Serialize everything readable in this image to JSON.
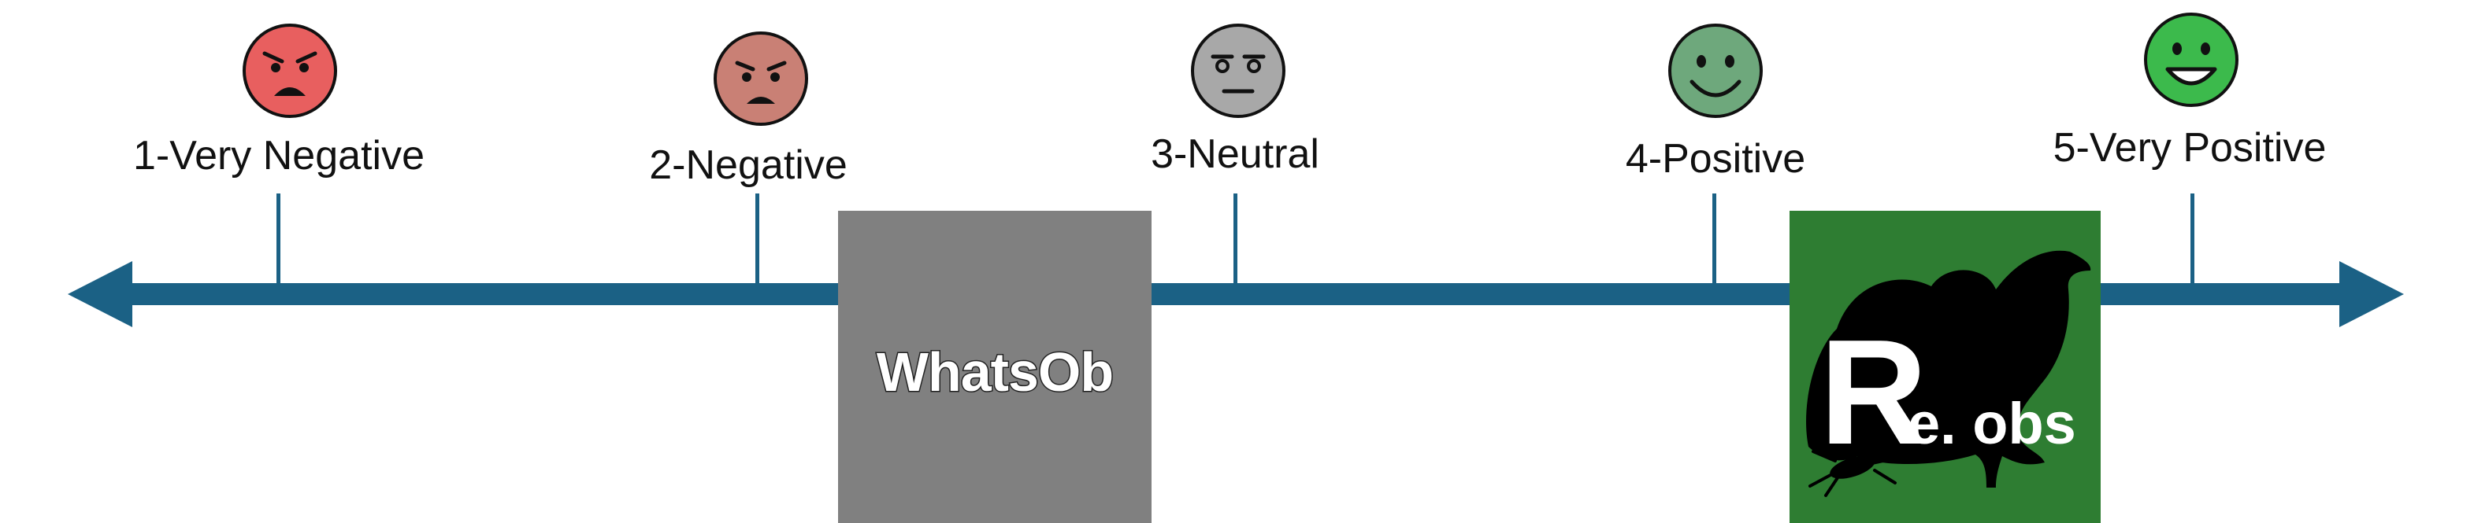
{
  "scale": {
    "axis_color": "#1b6185",
    "points": [
      {
        "label": "1-Very Negative",
        "mood": "very-negative",
        "face_color": "#e85f5f"
      },
      {
        "label": "2-Negative",
        "mood": "negative",
        "face_color": "#c98075"
      },
      {
        "label": "3-Neutral",
        "mood": "neutral",
        "face_color": "#a8a8a8"
      },
      {
        "label": "4-Positive",
        "mood": "positive",
        "face_color": "#6ea87c"
      },
      {
        "label": "5-Very Positive",
        "mood": "very-positive",
        "face_color": "#3cba4c"
      }
    ]
  },
  "logos": {
    "whatsob": {
      "text": "WhatsOb",
      "box_color": "#808080"
    },
    "reobs": {
      "text": "Re.obs",
      "box_color": "#2e7d32",
      "icon": "crow-and-beetle-silhouette"
    }
  }
}
